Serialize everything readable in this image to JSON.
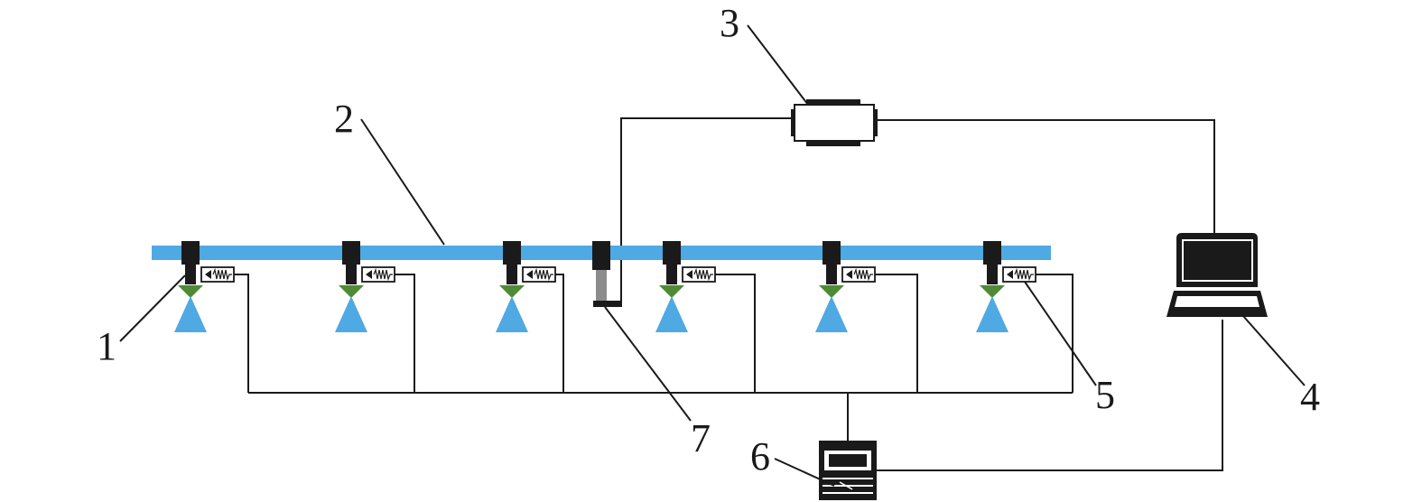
{
  "callouts": {
    "nozzle": "1",
    "boom_pipe": "2",
    "sensor_box": "3",
    "laptop": "4",
    "solenoid_valve": "5",
    "controller": "6",
    "pressure_sensor": "7"
  },
  "colors": {
    "pipe": "#4fa9e2",
    "spray": "#4fa9e2",
    "nozzle_cap": "#4f8a34",
    "body": "#1a1a1a",
    "sensor_tube": "#8c8c8c"
  },
  "nozzle_count": 6
}
